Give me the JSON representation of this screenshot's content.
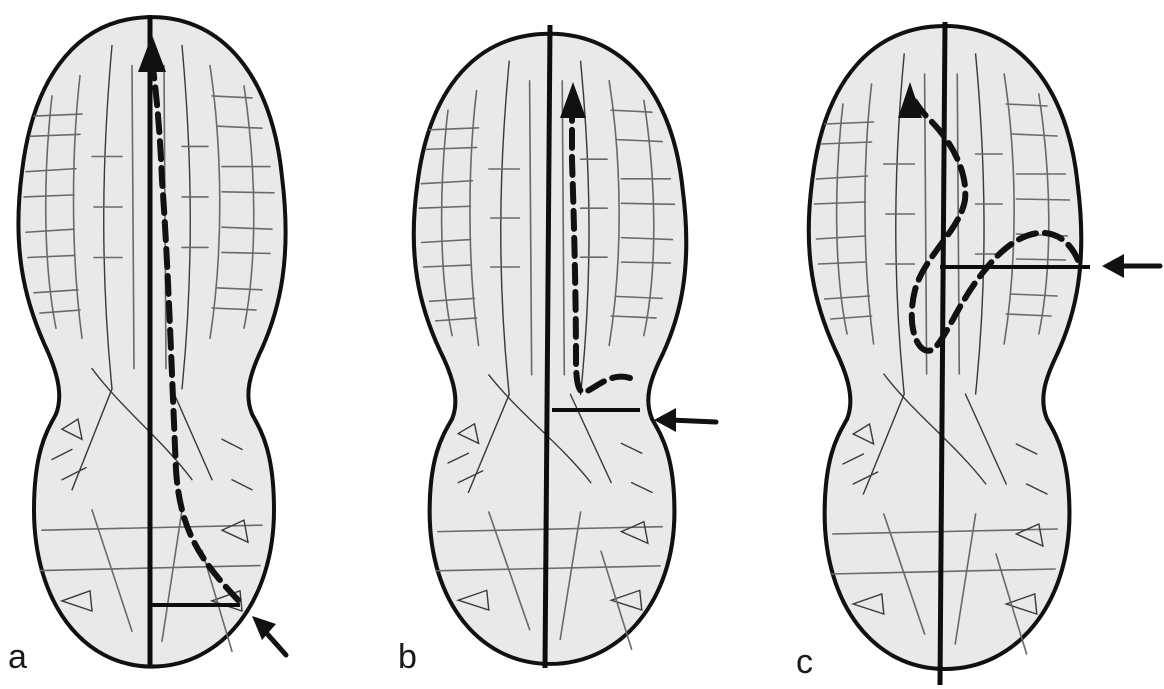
{
  "figure": {
    "panels": [
      {
        "id": "a",
        "label": "a",
        "description_icon": "running-shoe-sole-icon"
      },
      {
        "id": "b",
        "label": "b",
        "description_icon": "running-shoe-sole-icon"
      },
      {
        "id": "c",
        "label": "c",
        "description_icon": "running-shoe-sole-icon"
      }
    ],
    "colors": {
      "sole_fill": "#e9e9e9",
      "outline": "#111111",
      "tread": "#6a6a6a"
    }
  }
}
